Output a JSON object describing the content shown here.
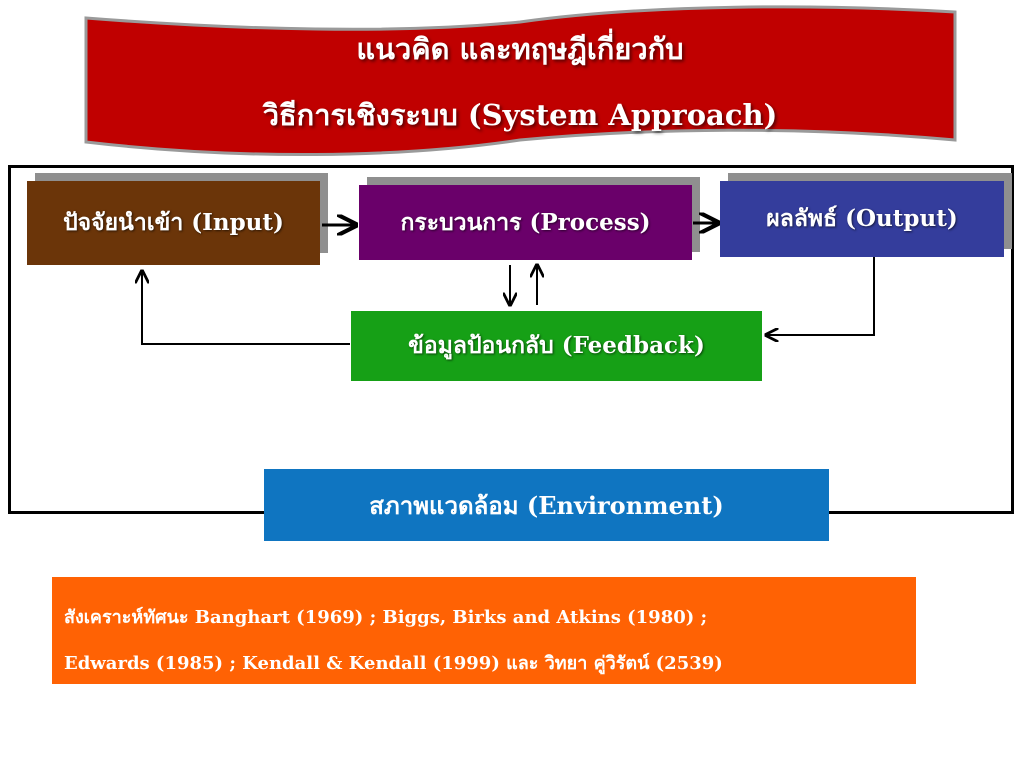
{
  "title": {
    "line1": "แนวคิด และทฤษฎีเกี่ยวกับ",
    "line2": "วิธีการเชิงระบบ  (System Approach)"
  },
  "nodes": {
    "input": "ปัจจัยนำเข้า (Input)",
    "process": "กระบวนการ (Process)",
    "output": "ผลลัพธ์ (Output)",
    "feedback": "ข้อมูลป้อนกลับ (Feedback)",
    "environment": "สภาพแวดล้อม (Environment)"
  },
  "reference": {
    "line1": "สังเคราะห์ทัศนะ Banghart (1969) ; Biggs,  Birks  and  Atkins (1980)  ;",
    "line2": "Edwards (1985) ; Kendall  &  Kendall (1999) และ วิทยา  คู่วิรัตน์ (2539)"
  },
  "colors": {
    "banner": "#c00000",
    "input": "#6b3509",
    "process": "#6a006a",
    "output": "#343d9c",
    "feedback": "#16a016",
    "environment": "#0f75c1",
    "reference": "#ff6204"
  }
}
